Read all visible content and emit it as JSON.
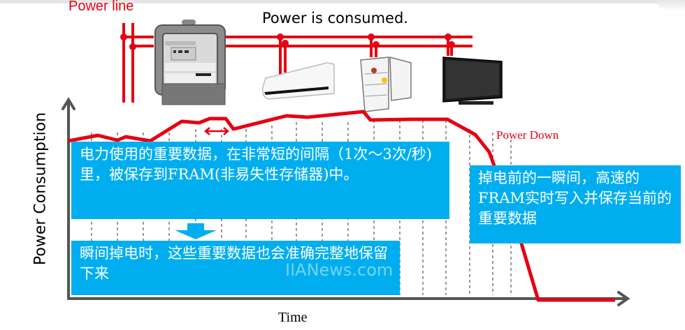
{
  "labels": {
    "power_line": "Power line",
    "power_consumed": "Power is consumed.",
    "power_down": "Power Down",
    "y_axis": "Power Consumption",
    "x_axis": "Time",
    "watermark": "IIANews.com"
  },
  "callouts": {
    "periodic_save": "电力使用的重要数据，在非常短的间隔（1次～3次/秒)里，被保存到FRAM(非易失性存储器)中。",
    "data_retained": "瞬间掉电时，这些重要数据也会准确完整地保留下来",
    "instant_write": "掉电前的一瞬间，高速的FRAM实时写入并保存当前的重要数据"
  },
  "devices": [
    {
      "name": "power-meter"
    },
    {
      "name": "air-conditioner"
    },
    {
      "name": "refrigerator"
    },
    {
      "name": "television"
    }
  ],
  "colors": {
    "power_line": "#e60012",
    "callout_bg": "#00aeef",
    "axis": "#555555"
  }
}
